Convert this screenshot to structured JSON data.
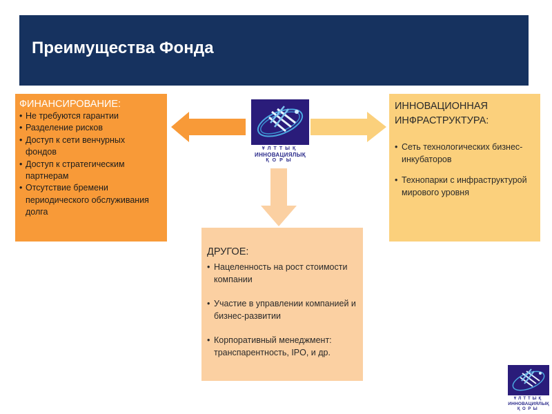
{
  "header": {
    "title": "Преимущества Фонда"
  },
  "logo": {
    "line1": "ҰЛТТЫҚ",
    "line2": "ИННОВАЦИЯЛЫҚ",
    "line3": "ҚОРЫ"
  },
  "financing": {
    "heading": "ФИНАНСИРОВАНИЕ:",
    "items": [
      "Не требуются гарантии",
      "Разделение рисков",
      "Доступ к сети венчурных фондов",
      "Доступ к стратегическим партнерам",
      "Отсутствие бремени периодического обслуживания долга"
    ]
  },
  "infrastructure": {
    "heading": "ИННОВАЦИОННАЯ ИНФРАСТРУКТУРА:",
    "items": [
      "Сеть технологических бизнес-инкубаторов",
      "Технопарки с инфраструктурой мирового уровня"
    ]
  },
  "other": {
    "heading": "ДРУГОЕ:",
    "items": [
      "Нацеленность на рост стоимости компании",
      "Участие в управлении компанией и бизнес-развитии",
      "Корпоративный менеджмент: транспарентность, IPO, и др."
    ]
  },
  "colors": {
    "banner": "#16325f",
    "financing_box": "#f89a38",
    "infrastructure_box": "#fbd07c",
    "other_box": "#fbd0a2",
    "arrow_left": "#f89a38",
    "arrow_right": "#fbd07c",
    "arrow_down": "#fbd0a2"
  }
}
